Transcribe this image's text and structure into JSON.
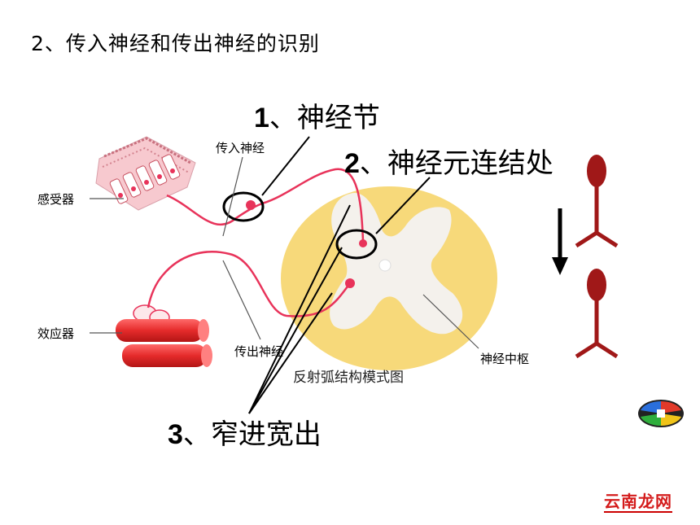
{
  "title": "2、传入神经和传出神经的识别",
  "labels": {
    "receptor": "感受器",
    "effector": "效应器",
    "afferent_nerve": "传入神经",
    "efferent_nerve": "传出神经",
    "nerve_center": "神经中枢",
    "caption": "反射弧结构模式图"
  },
  "callouts": [
    {
      "num": "1",
      "sep": "、",
      "text": "神经节"
    },
    {
      "num": "2",
      "sep": "、",
      "text": "神经元连结处"
    },
    {
      "num": "3",
      "sep": "、",
      "text": "窄进宽出"
    }
  ],
  "watermark": "云南龙网",
  "colors": {
    "nerve": "#e8335a",
    "gray_matter_bg": "#f7d97a",
    "gray_matter": "#f4f1ec",
    "muscle": "#e52b2b",
    "neuron_symbol": "#a01818"
  }
}
